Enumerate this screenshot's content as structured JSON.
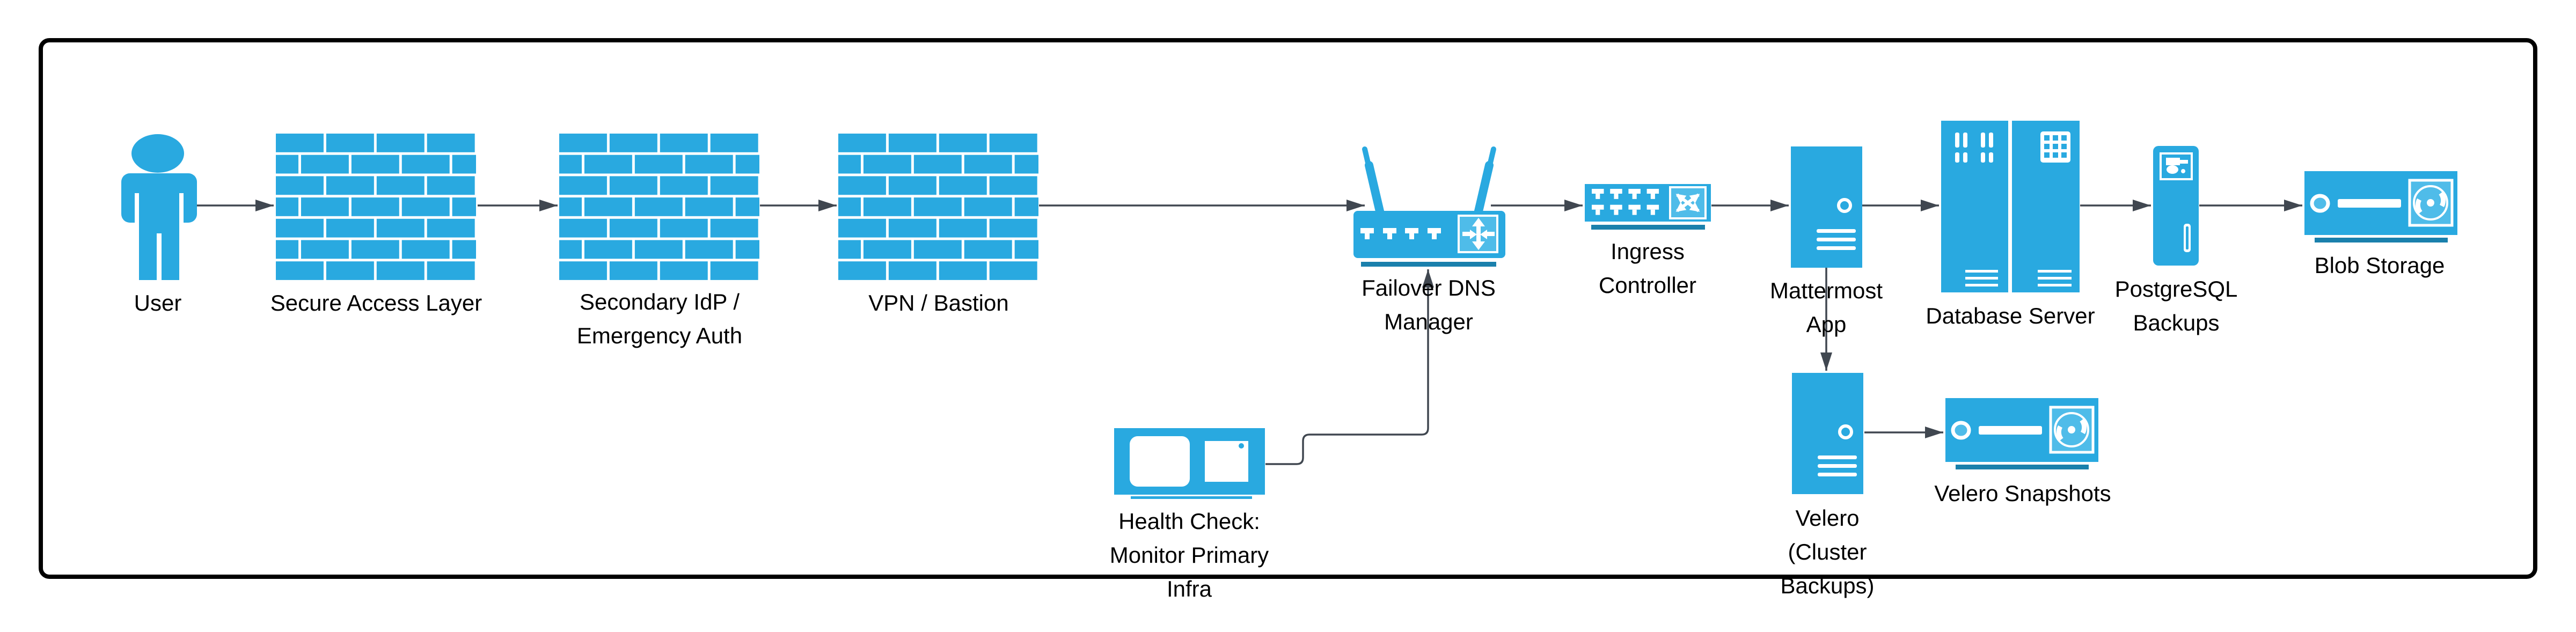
{
  "diagram": {
    "title": "Failover and backup architecture flow",
    "colors": {
      "node_blue": "#29A9E0",
      "node_blue_light": "#4FBCE9",
      "underline_blue": "#1A80AC",
      "connector_gray": "#404750",
      "border_black": "#000000",
      "text_black": "#000000",
      "background": "#FFFFFF"
    },
    "nodes": [
      {
        "id": "user",
        "icon": "person-icon",
        "lines": [
          "User"
        ]
      },
      {
        "id": "secure-access-layer",
        "icon": "firewall-icon",
        "lines": [
          "Secure Access Layer"
        ]
      },
      {
        "id": "secondary-idp",
        "icon": "firewall-icon",
        "lines": [
          "Secondary IdP /",
          "Emergency Auth"
        ]
      },
      {
        "id": "vpn-bastion",
        "icon": "firewall-icon",
        "lines": [
          "VPN / Bastion"
        ]
      },
      {
        "id": "failover-dns-manager",
        "icon": "wireless-router-icon",
        "lines": [
          "Failover DNS",
          "Manager"
        ]
      },
      {
        "id": "ingress-controller",
        "icon": "switch-icon",
        "lines": [
          "Ingress",
          "Controller"
        ]
      },
      {
        "id": "mattermost-app",
        "icon": "server-tower-icon",
        "lines": [
          "Mattermost",
          "App"
        ]
      },
      {
        "id": "database-server",
        "icon": "rack-servers-icon",
        "lines": [
          "Database Server"
        ]
      },
      {
        "id": "postgresql-backups",
        "icon": "backup-server-icon",
        "lines": [
          "PostgreSQL",
          "Backups"
        ]
      },
      {
        "id": "blob-storage",
        "icon": "storage-unit-icon",
        "lines": [
          "Blob Storage"
        ]
      },
      {
        "id": "health-check",
        "icon": "monitors-icon",
        "lines": [
          "Health Check:",
          "Monitor Primary",
          "Infra"
        ]
      },
      {
        "id": "velero-cluster-backups",
        "icon": "server-tower-icon",
        "lines": [
          "Velero",
          "(Cluster",
          "Backups)"
        ]
      },
      {
        "id": "velero-snapshots",
        "icon": "storage-unit-icon",
        "lines": [
          "Velero Snapshots"
        ]
      }
    ],
    "edges": [
      {
        "from": "user",
        "to": "secure-access-layer"
      },
      {
        "from": "secure-access-layer",
        "to": "secondary-idp"
      },
      {
        "from": "secondary-idp",
        "to": "vpn-bastion"
      },
      {
        "from": "vpn-bastion",
        "to": "failover-dns-manager"
      },
      {
        "from": "failover-dns-manager",
        "to": "ingress-controller"
      },
      {
        "from": "ingress-controller",
        "to": "mattermost-app"
      },
      {
        "from": "mattermost-app",
        "to": "database-server"
      },
      {
        "from": "database-server",
        "to": "postgresql-backups"
      },
      {
        "from": "postgresql-backups",
        "to": "blob-storage"
      },
      {
        "from": "mattermost-app",
        "to": "velero-cluster-backups"
      },
      {
        "from": "velero-cluster-backups",
        "to": "velero-snapshots"
      },
      {
        "from": "health-check",
        "to": "failover-dns-manager"
      }
    ]
  }
}
